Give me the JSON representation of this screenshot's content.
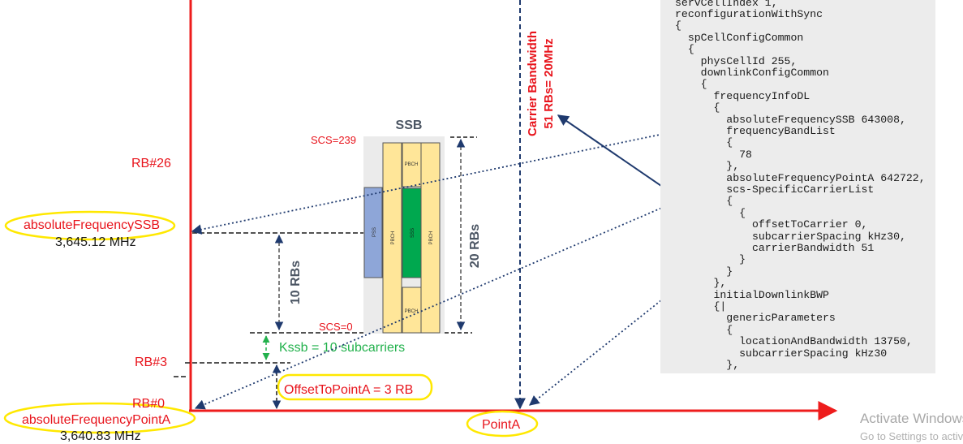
{
  "labels": {
    "rb26": "RB#26",
    "rb3": "RB#3",
    "rb0": "RB#0",
    "abs_freq_ssb": "absoluteFrequencySSB",
    "abs_freq_ssb_value": "3,645.12 MHz",
    "abs_freq_pointa": "absoluteFrequencyPointA",
    "abs_freq_pointa_value": "3,640.83 MHz",
    "pointa": "PointA",
    "ssb_title": "SSB",
    "scs_239": "SCS=239",
    "scs_0": "SCS=0",
    "rbs_10": "10 RBs",
    "rbs_20": "20 RBs",
    "carrier_bw_line1": "Carrier Bandwidth",
    "carrier_bw_line2": "51 RBs= 20MHz",
    "kssb": "Kssb = 10 subcarriers",
    "offset_to_pointa": "OffsetToPointA = 3 RB",
    "pss": "PSS",
    "sss": "SSS",
    "pbch": "PBCH"
  },
  "code_lines": [
    "servCellIndex 1,",
    "reconfigurationWithSync",
    "{",
    "  spCellConfigCommon",
    "  {",
    "    physCellId 255,",
    "    downlinkConfigCommon",
    "    {",
    "      frequencyInfoDL",
    "      {",
    "        absoluteFrequencySSB 643008,",
    "        frequencyBandList",
    "        {",
    "          78",
    "        },",
    "        absoluteFrequencyPointA 642722,",
    "        scs-SpecificCarrierList",
    "        {",
    "          {",
    "            offsetToCarrier 0,",
    "            subcarrierSpacing kHz30,",
    "            carrierBandwidth 51",
    "          }",
    "        }",
    "      },",
    "      initialDownlinkBWP",
    "      {|",
    "        genericParameters",
    "        {",
    "          locationAndBandwidth 13750,",
    "          subcarrierSpacing kHz30",
    "        },",
    "        ..."
  ],
  "watermark": {
    "line1": "Activate Windows",
    "line2": "Go to Settings to activate Windows."
  },
  "colors": {
    "axis_red": "#ee1c1c",
    "label_red": "#e8141c",
    "navy": "#1f3a6e",
    "kssb_green": "#22b14c",
    "highlight_yellow": "#ffe800",
    "pss_blue": "#8ea6d8",
    "sss_green": "#00a84f",
    "pbch_yellow": "#ffe699",
    "ssb_bg": "#ebebeb",
    "code_bg": "#ececec"
  }
}
